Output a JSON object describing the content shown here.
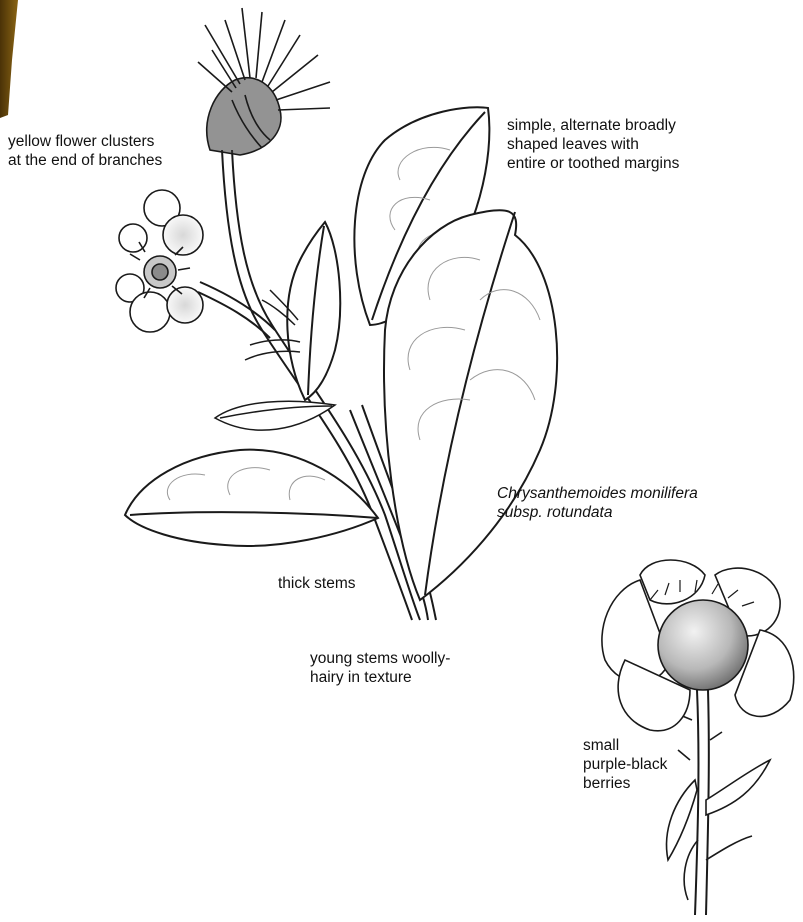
{
  "diagram": {
    "species": {
      "line1": "Chrysanthemoides monilifera",
      "line2": "subsp. rotundata"
    },
    "labels": {
      "flowers": {
        "line1": "yellow flower clusters",
        "line2": "at the end of branches"
      },
      "leaves": {
        "line1": "simple, alternate broadly",
        "line2": "shaped leaves with",
        "line3": "entire or toothed margins"
      },
      "thick_stems": "thick stems",
      "young_stems": {
        "line1": "young stems woolly-",
        "line2": "hairy in texture"
      },
      "berries": {
        "line1": "small",
        "line2": "purple-black",
        "line3": "berries"
      }
    },
    "colors": {
      "edge_bar": "#6b4a0c",
      "line": "#1a1a1a",
      "shade": "#9a9a9a"
    }
  }
}
